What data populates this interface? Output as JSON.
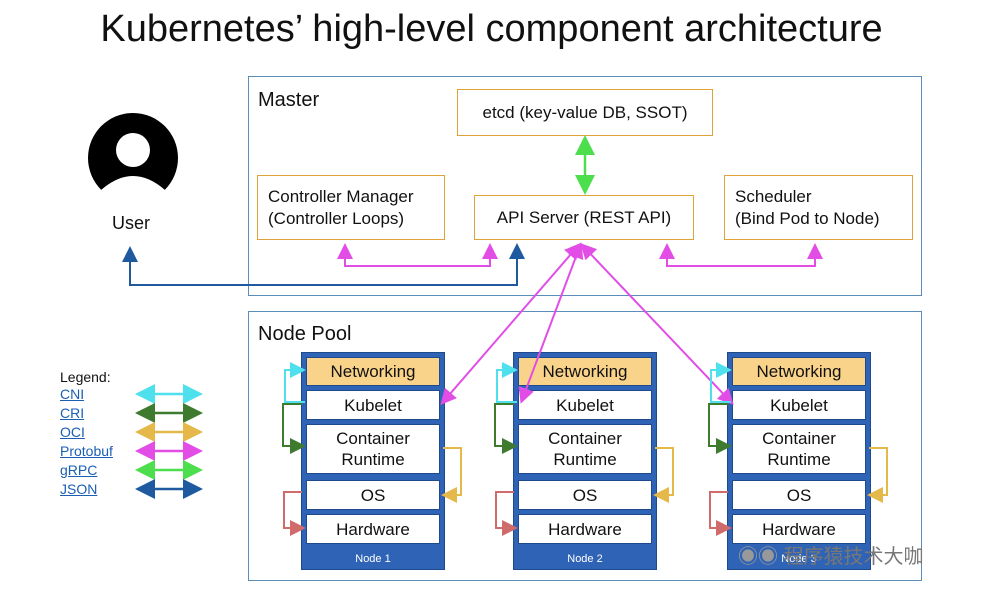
{
  "title": "Kubernetes’ high-level component architecture",
  "master": {
    "label": "Master",
    "etcd": "etcd (key-value DB, SSOT)",
    "controller_manager": {
      "line1": "Controller Manager",
      "line2": "(Controller Loops)"
    },
    "api_server": "API Server (REST API)",
    "scheduler": {
      "line1": "Scheduler",
      "line2": "(Bind Pod to Node)"
    }
  },
  "user": {
    "label": "User"
  },
  "node_pool": {
    "label": "Node Pool",
    "nodes": [
      {
        "name": "Node 1",
        "networking": "Networking",
        "kubelet": "Kubelet",
        "runtime_line1": "Container",
        "runtime_line2": "Runtime",
        "os": "OS",
        "hardware": "Hardware"
      },
      {
        "name": "Node 2",
        "networking": "Networking",
        "kubelet": "Kubelet",
        "runtime_line1": "Container",
        "runtime_line2": "Runtime",
        "os": "OS",
        "hardware": "Hardware"
      },
      {
        "name": "Node 3",
        "networking": "Networking",
        "kubelet": "Kubelet",
        "runtime_line1": "Container",
        "runtime_line2": "Runtime",
        "os": "OS",
        "hardware": "Hardware"
      }
    ]
  },
  "legend": {
    "title": "Legend:",
    "items": [
      {
        "label": "CNI",
        "color": "#4fe0ee"
      },
      {
        "label": "CRI",
        "color": "#3e7b2e"
      },
      {
        "label": "OCI",
        "color": "#e5b84a"
      },
      {
        "label": "Protobuf",
        "color": "#e24de6"
      },
      {
        "label": "gRPC",
        "color": "#4dde4d"
      },
      {
        "label": "JSON",
        "color": "#1f5aa0"
      }
    ]
  },
  "watermark": "程序猿技术大咖",
  "colors": {
    "panel_border": "#5b8db8",
    "box_border": "#e0a33a",
    "node_fill": "#2f63b5",
    "networking_fill": "#fad38a"
  }
}
